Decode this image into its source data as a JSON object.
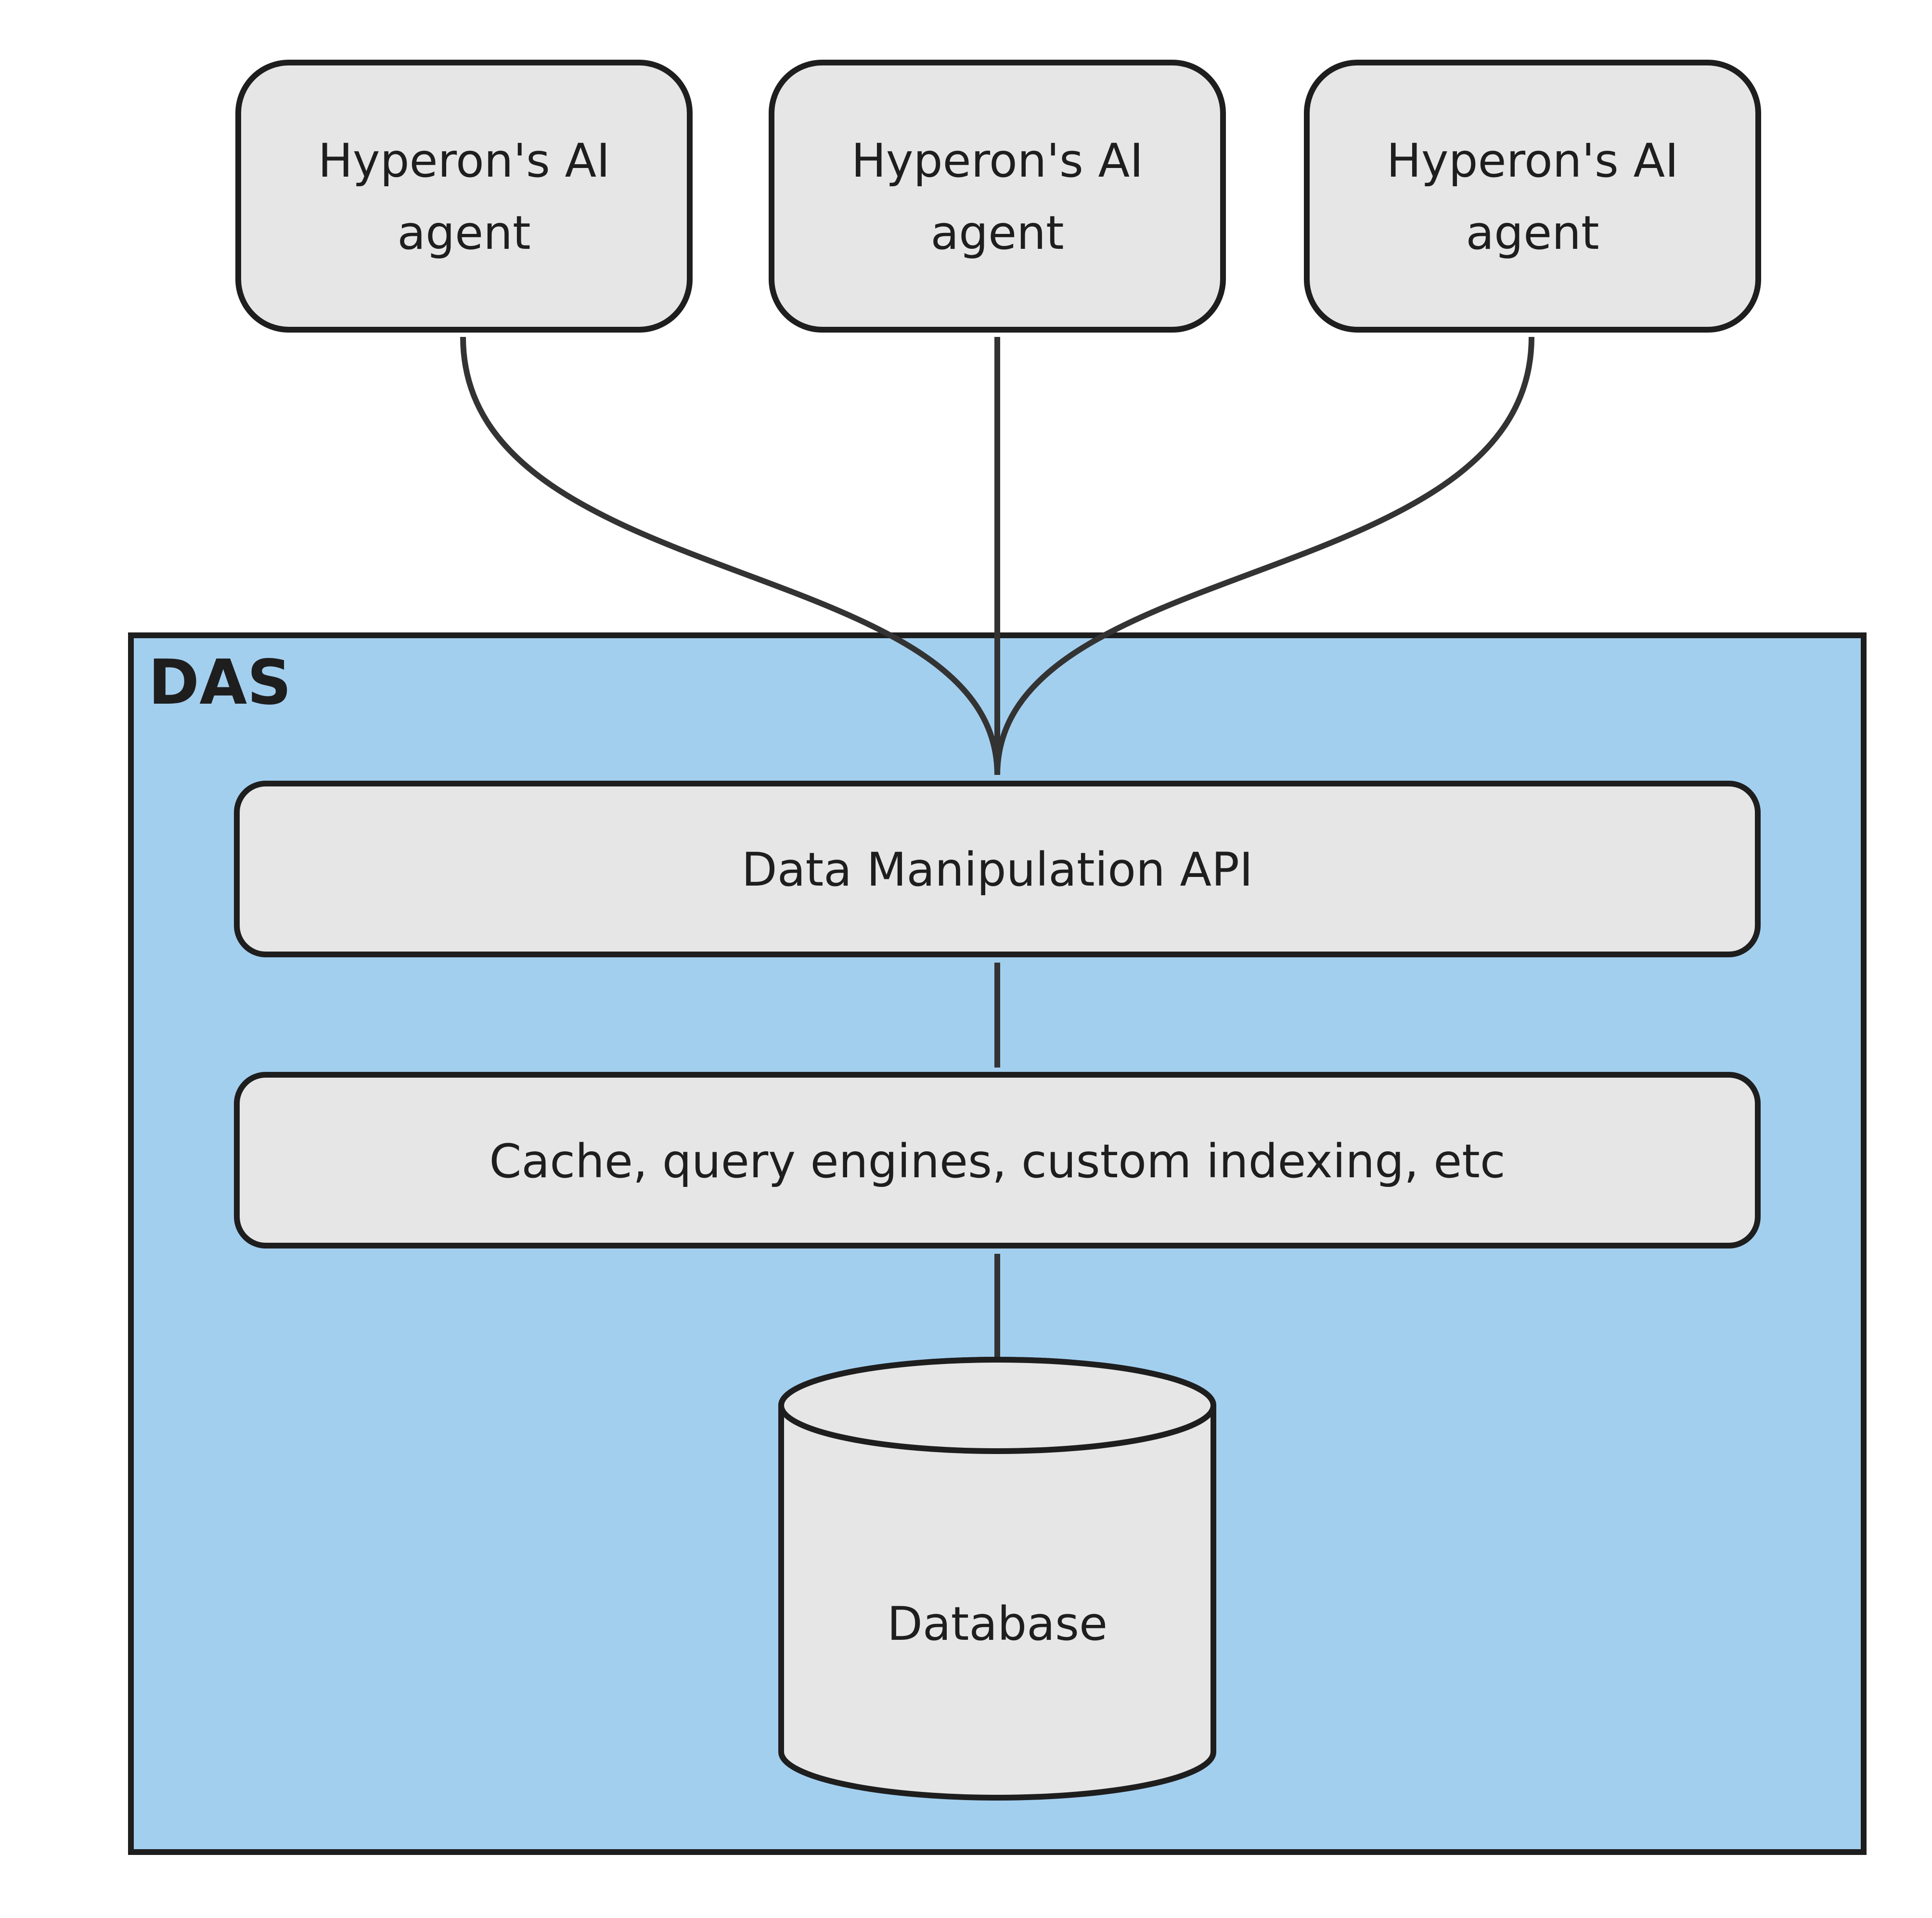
{
  "diagram": {
    "colors": {
      "group_fill": "#a3cfef",
      "node_fill": "#e6e6e6",
      "stroke": "#1e1e1e",
      "edge": "#333333"
    },
    "group": {
      "label": "DAS"
    },
    "agents": [
      {
        "line1": "Hyperon's AI",
        "line2": "agent"
      },
      {
        "line1": "Hyperon's AI",
        "line2": "agent"
      },
      {
        "line1": "Hyperon's AI",
        "line2": "agent"
      }
    ],
    "api": {
      "label": "Data Manipulation API"
    },
    "cache": {
      "label": "Cache, query engines, custom indexing, etc"
    },
    "database": {
      "label": "Database"
    },
    "edges": [
      {
        "from": "agent-1",
        "to": "api"
      },
      {
        "from": "agent-2",
        "to": "api"
      },
      {
        "from": "agent-3",
        "to": "api"
      },
      {
        "from": "api",
        "to": "cache"
      },
      {
        "from": "cache",
        "to": "database"
      }
    ]
  }
}
